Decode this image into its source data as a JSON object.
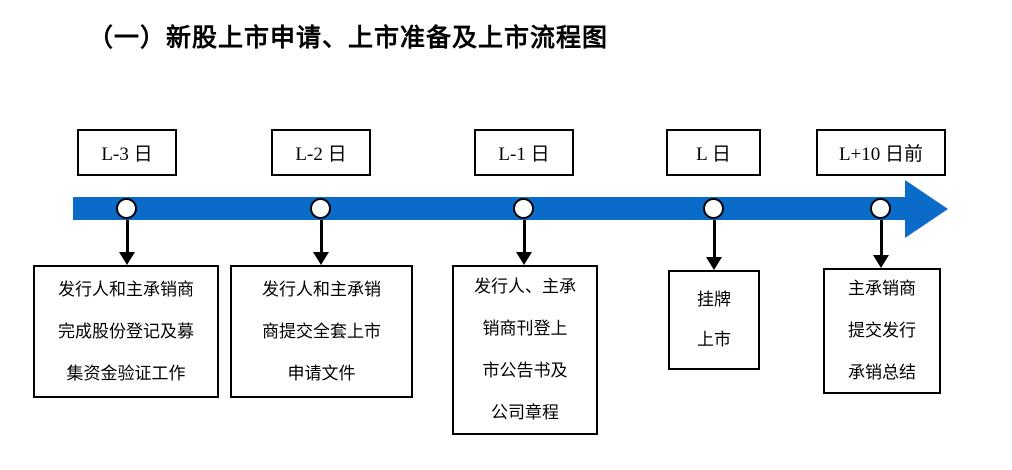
{
  "title": "（一）新股上市申请、上市准备及上市流程图",
  "colors": {
    "timeline": "#0b6bc8",
    "line": "#000000",
    "node_fill": "#ffffff",
    "bg": "#ffffff"
  },
  "steps": [
    {
      "label": "L-3 日",
      "box_lines": [
        "发行人和主承销商",
        "完成股份登记及募",
        "集资金验证工作"
      ]
    },
    {
      "label": "L-2 日",
      "box_lines": [
        "发行人和主承销",
        "商提交全套上市",
        "申请文件"
      ]
    },
    {
      "label": "L-1 日",
      "box_lines": [
        "发行人、主承",
        "销商刊登上",
        "市公告书及",
        "公司章程"
      ]
    },
    {
      "label": "L 日",
      "box_lines": [
        "挂牌",
        "上市"
      ]
    },
    {
      "label": "L+10 日前",
      "box_lines": [
        "主承销商",
        "提交发行",
        "承销总结"
      ]
    }
  ]
}
